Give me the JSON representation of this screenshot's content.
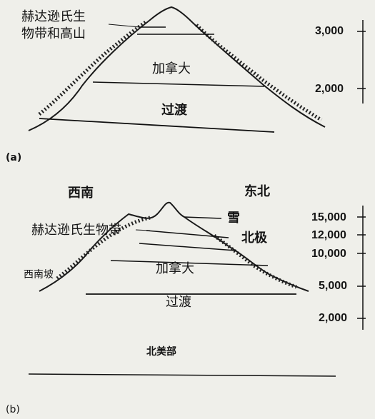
{
  "panel_a": {
    "tag": "(a)",
    "labels": {
      "alpine_line1": "赫达逊氏生",
      "alpine_line2": "物带和高山",
      "canadian": "加拿大",
      "transition": "过渡"
    },
    "ticks": [
      "3,000",
      "2,000"
    ]
  },
  "panel_b": {
    "tag": "(b)",
    "labels": {
      "southwest": "西南",
      "northeast": "东北",
      "hudsonian": "赫达逊氏生物带",
      "snow": "雪",
      "arctic": "北极",
      "sw_slope": "西南坡",
      "canadian": "加拿大",
      "transition": "过渡",
      "base": "北美部"
    },
    "ticks": [
      "15,000",
      "12,000",
      "10,000",
      "5,000",
      "2,000"
    ]
  }
}
